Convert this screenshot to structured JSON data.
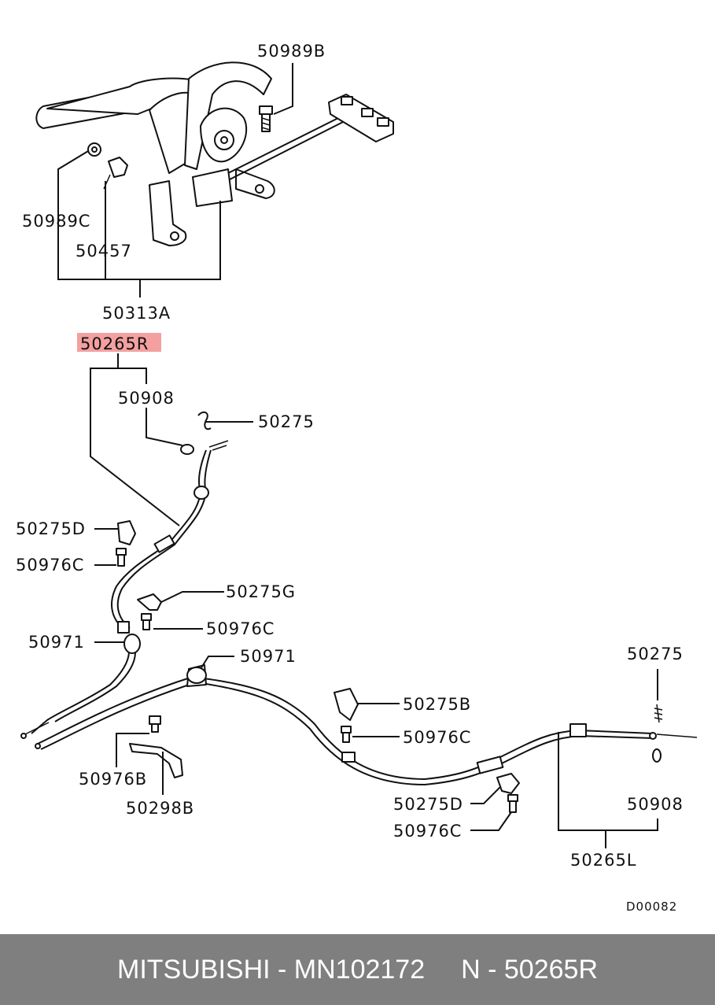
{
  "labels": {
    "p50989B": "50989B",
    "p50989C": "50989C",
    "p50457": "50457",
    "p50313A": "50313A",
    "p50265R": "50265R",
    "p50908_top": "50908",
    "p50275_top": "50275",
    "p50275D_left": "50275D",
    "p50976C_left": "50976C",
    "p50275G": "50275G",
    "p50976C_mid": "50976C",
    "p50971_left": "50971",
    "p50971_mid": "50971",
    "p50275_right": "50275",
    "p50275B": "50275B",
    "p50976C_right": "50976C",
    "p50976B": "50976B",
    "p50298B": "50298B",
    "p50275D_bottom": "50275D",
    "p50976C_bottom": "50976C",
    "p50908_right": "50908",
    "p50265L": "50265L",
    "drawing_code": "D00082"
  },
  "highlight_color": "#f4a0a0",
  "footer": {
    "brand_part": "MITSUBISHI - MN102172",
    "ref": "N - 50265R"
  }
}
